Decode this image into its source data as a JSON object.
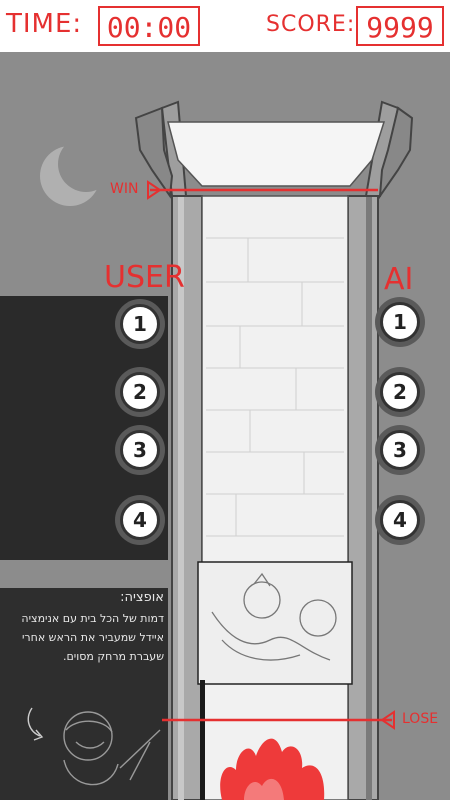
{
  "hud": {
    "time_label": "TIME:",
    "time_value": "00:00",
    "score_label": "SCORE:",
    "score_value": "9999"
  },
  "user": {
    "label": "USER",
    "buttons": [
      "1",
      "2",
      "3",
      "4"
    ]
  },
  "ai": {
    "label": "AI",
    "buttons": [
      "1",
      "2",
      "3",
      "4"
    ]
  },
  "markers": {
    "win_label": "WIN",
    "lose_label": "LOSE"
  },
  "note": {
    "title": "אופציה:",
    "body": "דמות של הכל בית עם אנימציה איידל שמעביר את הראש אחרי שעברת מרחק מסוים."
  },
  "colors": {
    "accent": "#e53030",
    "fire": "#ee3a3a",
    "panel": "#2a2a2a",
    "background": "#8c8c8c"
  }
}
